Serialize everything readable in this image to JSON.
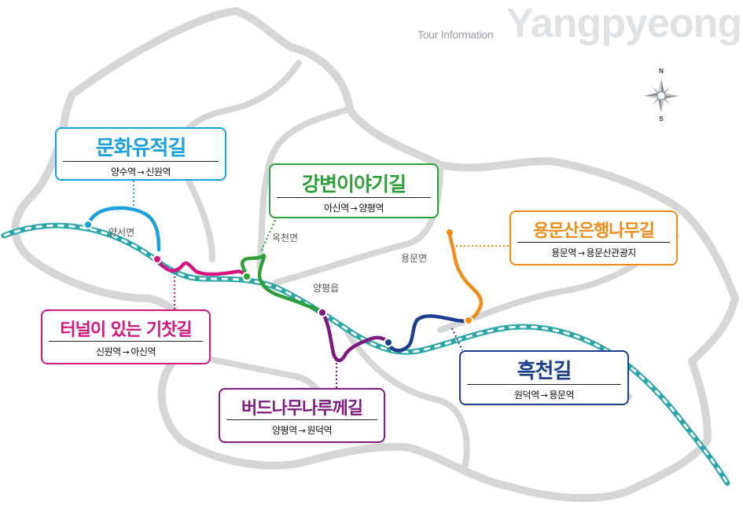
{
  "header": {
    "subtitle": "Tour Information",
    "brand": "Yangpyeong"
  },
  "compass": {
    "north": "N",
    "south": "S",
    "icon": "compass-rose-icon"
  },
  "places": {
    "yangseo": "양서면",
    "okcheon": "옥천면",
    "yangpyeong": "양평읍",
    "yongmun": "용문면"
  },
  "colors": {
    "region_border": "#d4d6d8",
    "railway_outline": "#2aa7a6",
    "railway_dash": "#ffffff",
    "route_munhwa": "#1da1dc",
    "route_tunnel": "#d4167f",
    "route_gangbyeon": "#2e9f3a",
    "route_beodeu": "#7d1b7e",
    "route_heukcheon": "#1d3f8c",
    "route_yongmunsan": "#f08c1a"
  },
  "routes": [
    {
      "name": "문화유적길",
      "from": "양수역",
      "arrow": "→",
      "to": "신원역",
      "color": "#1da1dc"
    },
    {
      "name": "강변이야기길",
      "from": "아신역",
      "arrow": "→",
      "to": "양평역",
      "color": "#2e9f3a"
    },
    {
      "name": "용문산은행나무길",
      "from": "용문역",
      "arrow": "→",
      "to": "용문산관광지",
      "color": "#f08c1a"
    },
    {
      "name": "터널이 있는 기찻길",
      "from": "신원역",
      "arrow": "→",
      "to": "아신역",
      "color": "#d4167f"
    },
    {
      "name": "흑천길",
      "from": "원덕역",
      "arrow": "→",
      "to": "용문역",
      "color": "#1d3f8c"
    },
    {
      "name": "버드나무나루께길",
      "from": "양평역",
      "arrow": "→",
      "to": "원덕역",
      "color": "#7d1b7e"
    }
  ]
}
